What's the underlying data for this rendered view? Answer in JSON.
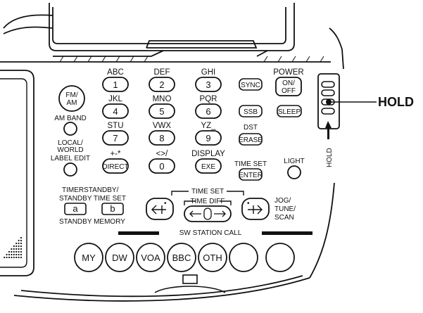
{
  "hold_callout": "HOLD",
  "hold_side_label": "HOLD",
  "letter_labels": {
    "abc": "ABC",
    "def": "DEF",
    "ghi": "GHI",
    "jkl": "JKL",
    "mno": "MNO",
    "pqr": "PQR",
    "stu": "STU",
    "vwx": "VWX",
    "yz": "YZ_",
    "sym1": "+-*",
    "sym2": "<>/",
    "display": "DISPLAY"
  },
  "keys": {
    "fm_am_l1": "FM/",
    "fm_am_l2": "AM",
    "k1": "1",
    "k2": "2",
    "k3": "3",
    "k4": "4",
    "k5": "5",
    "k6": "6",
    "k7": "7",
    "k8": "8",
    "k9": "9",
    "direct": "DIRECT",
    "k0": "0",
    "exe": "EXE",
    "sync": "SYNC",
    "ssb": "SSB",
    "sleep": "SLEEP",
    "erase": "ERASE",
    "enter": "ENTER",
    "on_off_l1": "ON/",
    "on_off_l2": "OFF",
    "a": "a",
    "b": "b"
  },
  "labels": {
    "power": "POWER",
    "am_band": "AM BAND",
    "local_world_l1": "LOCAL/",
    "local_world_l2": "WORLD",
    "label_edit": "LABEL EDIT",
    "dst": "DST",
    "time_set": "TIME SET",
    "light": "LIGHT",
    "timer_standby_l1": "TIMERSTANDBY/",
    "timer_standby_l2": "STANDBY TIME SET",
    "standby_memory": "STANDBY MEMORY",
    "time_set_bracket": "TIME SET",
    "time_diff": "TIME DIFF",
    "jog_l1": "JOG/",
    "jog_l2": "TUNE/",
    "jog_l3": "SCAN",
    "sw_station_call": "SW STATION CALL"
  },
  "station_buttons": [
    "MY",
    "DW",
    "VOA",
    "BBC",
    "OTH",
    "",
    ""
  ]
}
